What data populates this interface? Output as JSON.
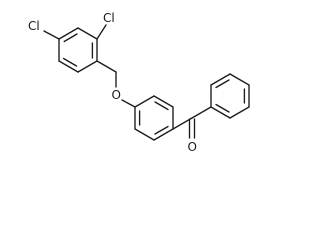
{
  "molecule": {
    "atoms": {
      "cl_top": "Cl",
      "cl_left": "Cl",
      "ether_o": "O",
      "carbonyl_o": "O"
    }
  }
}
